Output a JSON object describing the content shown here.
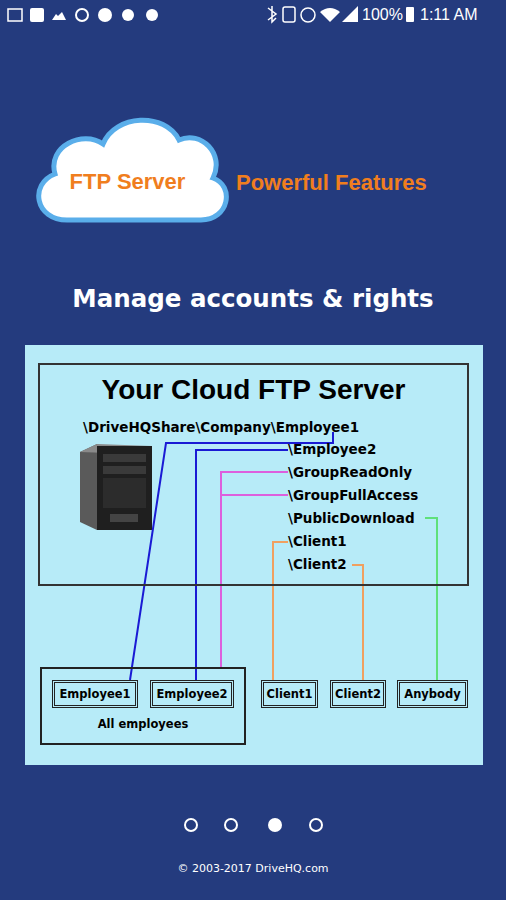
{
  "diagram": {
    "title": "Manage accounts & rights",
    "nodes": [
      {
        "text": [
          "FTP Server"
        ]
      },
      {
        "text": [
          "Your Cloud FTP Server"
        ]
      },
      {
        "text": [
          "All employees"
        ]
      },
      {
        "text": [
          "Employee1"
        ],
        "in": 2
      },
      {
        "text": [
          "Employee2"
        ],
        "in": 2
      },
      {
        "text": [
          "Client1"
        ]
      },
      {
        "text": [
          "Client2"
        ]
      },
      {
        "text": [
          "Anybody"
        ]
      }
    ],
    "labels": [
      "100%",
      "1:11 AM",
      "Powerful Features",
      "\\DriveHQShare\\Company\\Employee1",
      "\\Employee2",
      "\\GroupReadOnly",
      "\\GroupFullAccess",
      "\\PublicDownload",
      "\\Client1",
      "\\Client2",
      "© 2003-2017 DriveHQ.com"
    ]
  }
}
